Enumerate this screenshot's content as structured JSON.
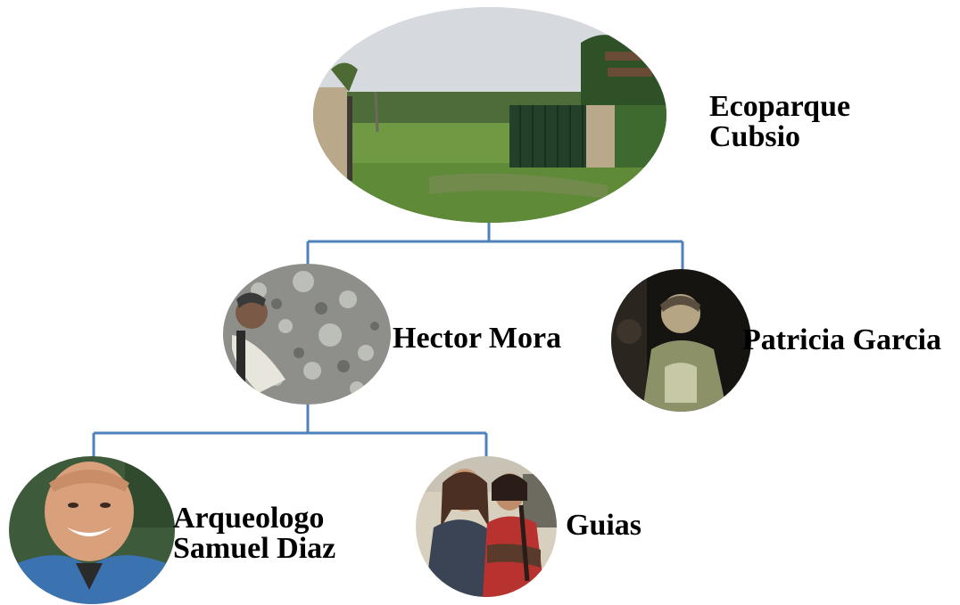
{
  "colors": {
    "connector": "#4f81bd",
    "label": "#000000",
    "background": "#ffffff"
  },
  "nodes": {
    "root": {
      "label_line1": "Ecoparque",
      "label_line2": "Cubsio",
      "photo_icon": "park-entrance-photo"
    },
    "hector": {
      "label": "Hector Mora",
      "photo_icon": "rock-petroglyph-photo"
    },
    "patricia": {
      "label": "Patricia Garcia",
      "photo_icon": "person-night-photo"
    },
    "samuel": {
      "label_line1": "Arqueologo",
      "label_line2": "Samuel Diaz",
      "photo_icon": "smiling-man-photo"
    },
    "guias": {
      "label": "Guias",
      "photo_icon": "two-guides-photo"
    }
  }
}
